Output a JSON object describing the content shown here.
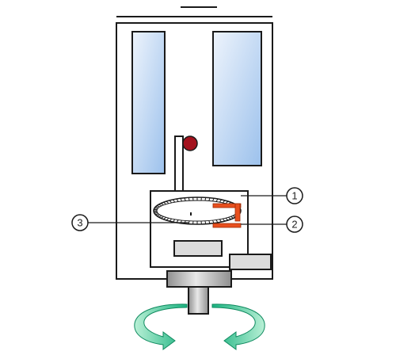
{
  "colors": {
    "outline": "#1a1a1a",
    "window_fill_top": "#eef4fc",
    "window_fill_bottom": "#9cc1ec",
    "knob": "#a3121e",
    "sensor": "#e8501e",
    "gray_block": "#dcdcdc",
    "base_dark": "#8f8f8f",
    "base_light": "#e8e8e8",
    "arrow_light": "#b9f0d6",
    "arrow_dark": "#19b27f"
  },
  "icons": {
    "rotation_left": "curved-arrow-icon",
    "rotation_right": "curved-arrow-icon"
  },
  "callouts": [
    {
      "id": "1",
      "label": "1"
    },
    {
      "id": "2",
      "label": "2"
    },
    {
      "id": "3",
      "label": "3"
    }
  ]
}
